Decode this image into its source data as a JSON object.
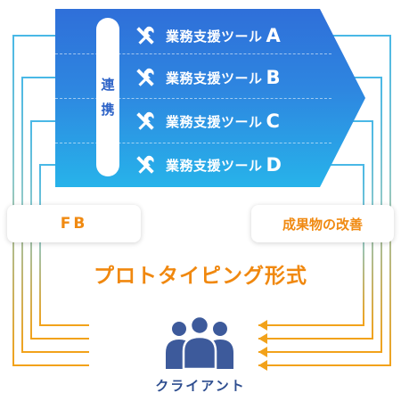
{
  "colors": {
    "blue_accent": "#2d63c7",
    "orange_accent": "#f08a12",
    "arrow_blue": "#49b8e6",
    "arrow_orange": "#f2a21a",
    "client_navy": "#3d5a9b"
  },
  "link_label": [
    "連",
    "携"
  ],
  "tools": [
    {
      "icon": "tools-icon",
      "label": "業務支援ツール",
      "letter": "A"
    },
    {
      "icon": "tools-icon",
      "label": "業務支援ツール",
      "letter": "B"
    },
    {
      "icon": "tools-icon",
      "label": "業務支援ツール",
      "letter": "C"
    },
    {
      "icon": "tools-icon",
      "label": "業務支援ツール",
      "letter": "D"
    }
  ],
  "feedback_label": "FB",
  "improvement_label": "成果物の改善",
  "method_title": "プロトタイピング形式",
  "client": {
    "icon": "people-group-icon",
    "label": "クライアント"
  }
}
